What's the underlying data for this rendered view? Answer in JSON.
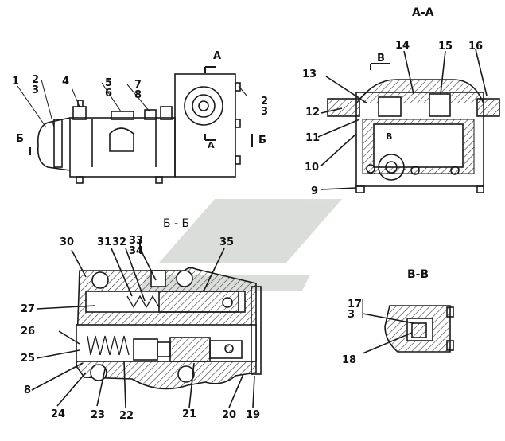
{
  "section_titles": {
    "aa": "A-A",
    "bb": "Б - Б",
    "vv": "B-B"
  },
  "cut_marks": {
    "a_top": "A",
    "a_bottom": "A",
    "b_left": "Б",
    "b_right": "Б",
    "v_top": "B",
    "v_bottom": "B"
  },
  "callouts": {
    "c1": "1",
    "c2a": "2",
    "c3a": "3",
    "c4": "4",
    "c5": "5",
    "c6": "6",
    "c7": "7",
    "c8a": "8",
    "c2b": "2",
    "c3b": "3",
    "c9": "9",
    "c10": "10",
    "c11": "11",
    "c12": "12",
    "c13": "13",
    "c14": "14",
    "c15": "15",
    "c16": "16",
    "c17": "17",
    "c3c": "3",
    "c18": "18",
    "c19": "19",
    "c20": "20",
    "c21": "21",
    "c22": "22",
    "c23": "23",
    "c24": "24",
    "c8b": "8",
    "c25": "25",
    "c26": "26",
    "c27": "27",
    "c30": "30",
    "c31": "31",
    "c32": "32",
    "c33": "33",
    "c34": "34",
    "c35": "35"
  },
  "colors": {
    "ink": "#1a1a1a",
    "hatch": "#333333",
    "watermark": "#d5d8d5"
  }
}
